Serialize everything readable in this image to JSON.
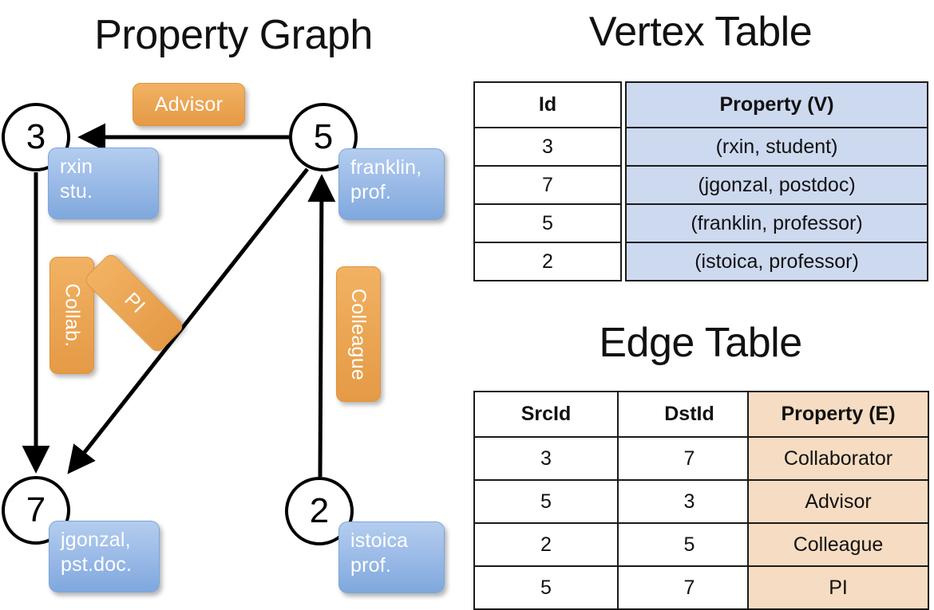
{
  "titles": {
    "property_graph": "Property Graph",
    "vertex_table": "Vertex Table",
    "edge_table": "Edge Table"
  },
  "graph": {
    "nodes": [
      {
        "id": "3",
        "label": "3",
        "property_lines": [
          "rxin",
          "stu."
        ]
      },
      {
        "id": "5",
        "label": "5",
        "property_lines": [
          "franklin,",
          "prof."
        ]
      },
      {
        "id": "7",
        "label": "7",
        "property_lines": [
          "jgonzal,",
          "pst.doc."
        ]
      },
      {
        "id": "2",
        "label": "2",
        "property_lines": [
          "istoica",
          "prof."
        ]
      }
    ],
    "node_property_text": {
      "rxin": "rxin\nstu.",
      "franklin": "franklin,\nprof.",
      "jgonzal": "jgonzal,\npst.doc.",
      "istoica": "istoica\nprof."
    },
    "edge_labels": {
      "advisor": "Advisor",
      "collab": "Collab.",
      "pi": "PI",
      "colleague": "Colleague"
    },
    "edges": [
      {
        "src": "5",
        "dst": "3",
        "label": "Advisor"
      },
      {
        "src": "3",
        "dst": "7",
        "label": "Collab."
      },
      {
        "src": "5",
        "dst": "7",
        "label": "PI"
      },
      {
        "src": "2",
        "dst": "5",
        "label": "Colleague"
      }
    ]
  },
  "vertex_table": {
    "headers": {
      "id": "Id",
      "property": "Property (V)"
    },
    "rows": [
      {
        "id": "3",
        "property": "(rxin, student)"
      },
      {
        "id": "7",
        "property": "(jgonzal, postdoc)"
      },
      {
        "id": "5",
        "property": "(franklin, professor)"
      },
      {
        "id": "2",
        "property": "(istoica, professor)"
      }
    ]
  },
  "edge_table": {
    "headers": {
      "src": "SrcId",
      "dst": "DstId",
      "property": "Property (E)"
    },
    "rows": [
      {
        "src": "3",
        "dst": "7",
        "property": "Collaborator"
      },
      {
        "src": "5",
        "dst": "3",
        "property": "Advisor"
      },
      {
        "src": "2",
        "dst": "5",
        "property": "Colleague"
      },
      {
        "src": "5",
        "dst": "7",
        "property": "PI"
      }
    ]
  },
  "colors": {
    "vertex_fill": "#ccd9ef",
    "edge_fill": "#f5dcc2",
    "node_box_blue": "#9dbce8",
    "edge_label_orange": "#eca857",
    "stroke": "#000000"
  }
}
